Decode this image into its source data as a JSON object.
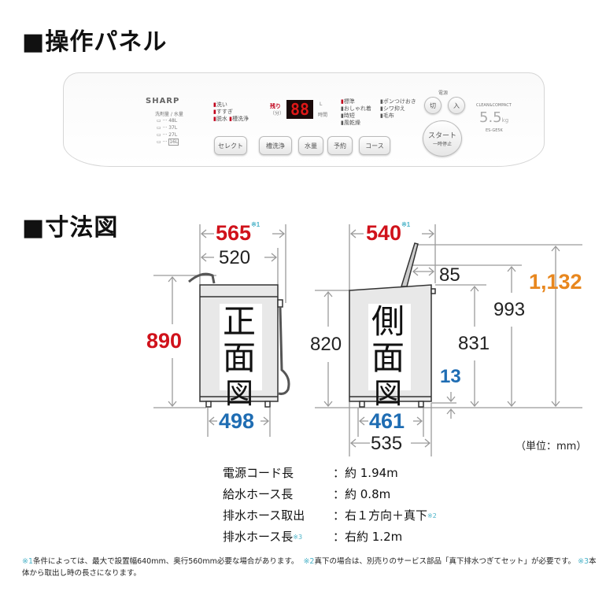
{
  "sections": {
    "panel_title": "■操作パネル",
    "dimension_title": "■寸法図"
  },
  "panel": {
    "brand": "SHARP",
    "water_label": "洗剤量 / 水量",
    "water_levels": [
      "48L",
      "37L",
      "27L",
      "16L"
    ],
    "process_labels": [
      "洗い",
      "すすぎ",
      "脱水",
      "槽洗浄"
    ],
    "remaining_label": "残り",
    "remaining_unit": "（分）",
    "display_value": "88",
    "display_unit_top": "L",
    "display_unit_bottom": "時間",
    "course_labels": [
      "標準",
      "おしゃれ着",
      "時短",
      "風乾燥",
      "ポンつけおき",
      "シワ抑え",
      "毛布"
    ],
    "power_label": "電源",
    "power_off": "切",
    "power_on": "入",
    "start_label": "スタート",
    "pause_label": "一時停止",
    "buttons": [
      "セレクト",
      "槽洗浄",
      "水量",
      "予約",
      "コース"
    ],
    "series": "CLEAN&COMPACT",
    "capacity": "5.5",
    "capacity_unit": "kg",
    "model": "ES-GE5K"
  },
  "front_view": {
    "label": [
      "正",
      "面",
      "図"
    ],
    "width_max": "565",
    "width_max_note": "※1",
    "width": "520",
    "height": "890",
    "foot_width": "498"
  },
  "side_view": {
    "label": [
      "側",
      "面",
      "図"
    ],
    "depth_max": "540",
    "depth_max_note": "※1",
    "lid_offset": "85",
    "height_left": "820",
    "height_body": "831",
    "height_lid_edge": "993",
    "height_lid_open": "1,132",
    "clearance": "13",
    "foot_depth": "461",
    "depth": "535"
  },
  "unit": "（単位：mm）",
  "colors": {
    "red": "#d0121b",
    "blue": "#1f6db3",
    "orange": "#e8871e",
    "note": "#4bb3c8"
  },
  "specs": [
    {
      "label": "電源コード長",
      "note": "",
      "value": "：約 1.94m"
    },
    {
      "label": "給水ホース長",
      "note": "",
      "value": "：約 0.8m"
    },
    {
      "label": "排水ホース取出",
      "note": "",
      "value": "：右１方向＋真下",
      "value_note": "※2"
    },
    {
      "label": "排水ホース長",
      "note": "※3",
      "value": "：右約 1.2m"
    }
  ],
  "footnotes": {
    "n1_mark": "※1",
    "n1": "条件によっては、最大で設置幅640mm、奥行560mm必要な場合があります。",
    "n2_mark": "※2",
    "n2a": "真下の場合は、別売りのサービス部品「真下排水つぎてセット」",
    "n2b": "が必要です。",
    "n3_mark": "※3",
    "n3": "本体から取出し時の長さになります。"
  }
}
